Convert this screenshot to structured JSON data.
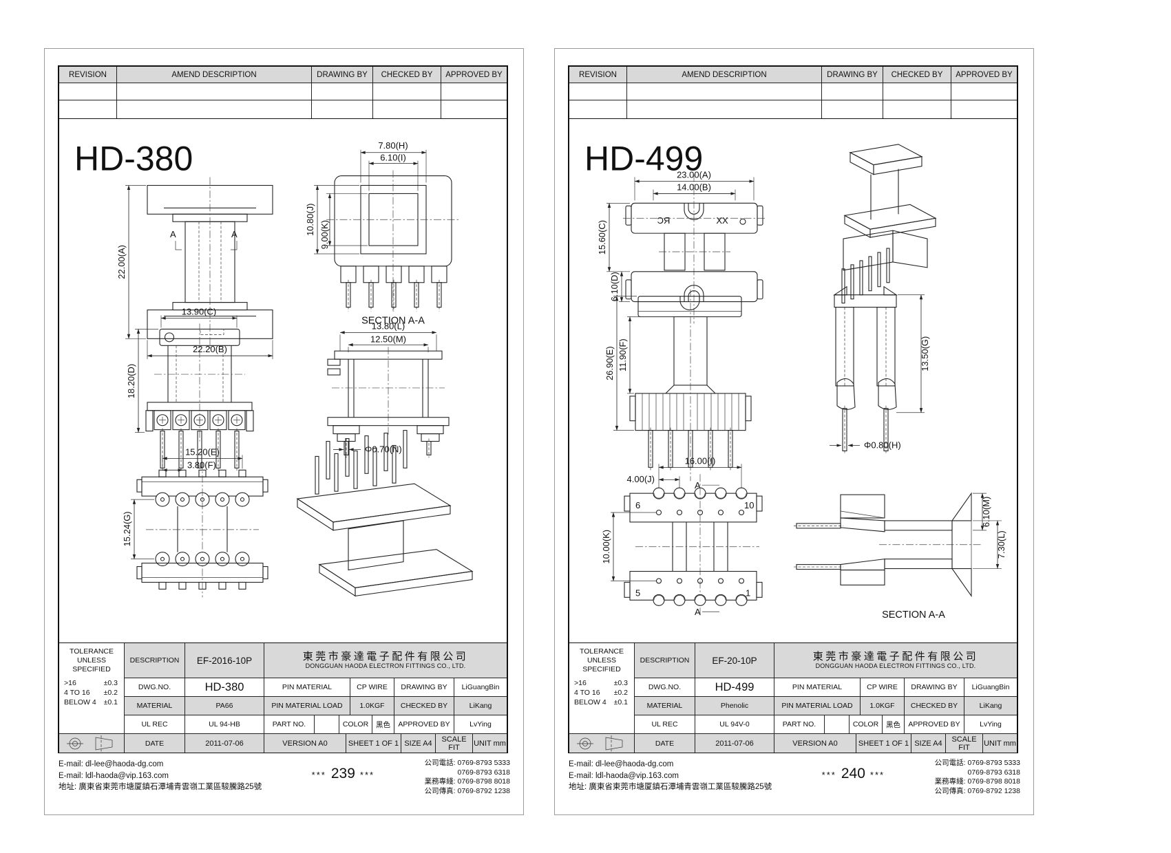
{
  "canvas": {
    "bg": "#ffffff",
    "line_color": "#1a1a1a",
    "cell_gray": "#d9d9d9"
  },
  "pages": [
    {
      "side": "left",
      "revision": {
        "headers": [
          "REVISION",
          "AMEND DESCRIPTION",
          "DRAWING BY",
          "CHECKED BY",
          "APPROVED BY"
        ]
      },
      "title": "HD-380",
      "drawing": {
        "dims": {
          "A": "22.00(A)",
          "B": "22.20(B)",
          "C": "13.90(C)",
          "D": "18.20(D)",
          "E": "15.20(E)",
          "F": "3.80(F)",
          "G": "15.24(G)",
          "H": "7.80(H)",
          "I": "6.10(I)",
          "J": "10.80(J)",
          "K": "9.00(K)",
          "L": "13.80(L)",
          "M": "12.50(M)",
          "N": "Φ0.70(N)"
        },
        "section_label": "SECTION A-A",
        "marker": "A"
      },
      "title_block": {
        "tolerance_line1": "TOLERANCE",
        "tolerance_line2": "UNLESS",
        "tolerance_line3": "SPECIFIED",
        "tol_range_1": ">16",
        "tol_val_1": "±0.3",
        "tol_range_2": "4 TO 16",
        "tol_val_2": "±0.2",
        "tol_range_3": "BELOW 4",
        "tol_val_3": "±0.1",
        "description_label": "DESCRIPTION",
        "description_value": "EF-2016-10P",
        "company_cn": "東莞市豪達電子配件有限公司",
        "company_en": "DONGGUAN HAODA ELECTRON FITTINGS CO., LTD.",
        "dwg_no_label": "DWG.NO.",
        "dwg_no_value": "HD-380",
        "pin_material_label": "PIN MATERIAL",
        "pin_material_value": "CP WIRE",
        "drawing_by_label": "DRAWING BY",
        "drawing_by_value": "LiGuangBin",
        "material_label": "MATERIAL",
        "material_value": "PA66",
        "pin_load_label": "PIN MATERIAL LOAD",
        "pin_load_value": "1.0KGF",
        "checked_by_label": "CHECKED BY",
        "checked_by_value": "LiKang",
        "ul_rec_label": "UL REC",
        "ul_rec_value": "UL 94-HB",
        "part_no_label": "PART NO.",
        "part_no_value": "",
        "color_label": "COLOR",
        "color_value": "黑色",
        "approved_by_label": "APPROVED BY",
        "approved_by_value": "LvYing",
        "date_label": "DATE",
        "date_value": "2011-07-06",
        "version": "VERSION A0",
        "sheet": "SHEET 1 OF 1",
        "size": "SIZE A4",
        "scale": "SCALE FIT",
        "unit": "UNIT mm"
      },
      "footer": {
        "email1": "E-mail: dl-lee@haoda-dg.com",
        "email2": "E-mail: ldl-haoda@vip.163.com",
        "address": "地址: 廣東省東莞市塘厦鎮石潭埔青雲嶺工業區駿騰路25號",
        "stars": "***",
        "page_no": "239",
        "tel_label": "公司電話:",
        "tel1": "0769-8793 5333",
        "tel2": "0769-8793 6318",
        "biz_label": "業務專綫:",
        "biz": "0769-8798 8018",
        "fax_label": "公司傳真:",
        "fax": "0769-8792 1238"
      }
    },
    {
      "side": "right",
      "revision": {
        "headers": [
          "REVISION",
          "AMEND DESCRIPTION",
          "DRAWING BY",
          "CHECKED BY",
          "APPROVED BY"
        ]
      },
      "title": "HD-499",
      "drawing": {
        "dims": {
          "A": "23.00(A)",
          "B": "14.00(B)",
          "C": "15.60(C)",
          "D": "6.10(D)",
          "E": "26.90(E)",
          "F": "11.90(F)",
          "G": "13.50(G)",
          "H": "Φ0.80(H)",
          "I": "16.00(I)",
          "J": "4.00(J)",
          "K": "10.00(K)",
          "L": "7.30(L)",
          "M": "6.10(M)"
        },
        "markings_rc": "RC",
        "markings_xx": "XX",
        "pin_6": "6",
        "pin_10": "10",
        "pin_5": "5",
        "pin_1": "1",
        "section_label": "SECTION A-A",
        "marker": "A"
      },
      "title_block": {
        "tolerance_line1": "TOLERANCE",
        "tolerance_line2": "UNLESS",
        "tolerance_line3": "SPECIFIED",
        "tol_range_1": ">16",
        "tol_val_1": "±0.3",
        "tol_range_2": "4 TO 16",
        "tol_val_2": "±0.2",
        "tol_range_3": "BELOW 4",
        "tol_val_3": "±0.1",
        "description_label": "DESCRIPTION",
        "description_value": "EF-20-10P",
        "company_cn": "東莞市豪達電子配件有限公司",
        "company_en": "DONGGUAN HAODA ELECTRON FITTINGS CO., LTD.",
        "dwg_no_label": "DWG.NO.",
        "dwg_no_value": "HD-499",
        "pin_material_label": "PIN MATERIAL",
        "pin_material_value": "CP WIRE",
        "drawing_by_label": "DRAWING BY",
        "drawing_by_value": "LiGuangBin",
        "material_label": "MATERIAL",
        "material_value": "Phenolic",
        "pin_load_label": "PIN MATERIAL LOAD",
        "pin_load_value": "1.0KGF",
        "checked_by_label": "CHECKED BY",
        "checked_by_value": "LiKang",
        "ul_rec_label": "UL REC",
        "ul_rec_value": "UL 94V-0",
        "part_no_label": "PART NO.",
        "part_no_value": "",
        "color_label": "COLOR",
        "color_value": "黑色",
        "approved_by_label": "APPROVED BY",
        "approved_by_value": "LvYing",
        "date_label": "DATE",
        "date_value": "2011-07-06",
        "version": "VERSION A0",
        "sheet": "SHEET 1 OF 1",
        "size": "SIZE A4",
        "scale": "SCALE FIT",
        "unit": "UNIT mm"
      },
      "footer": {
        "email1": "E-mail: dl-lee@haoda-dg.com",
        "email2": "E-mail: ldl-haoda@vip.163.com",
        "address": "地址: 廣東省東莞市塘厦鎮石潭埔青雲嶺工業區駿騰路25號",
        "stars": "***",
        "page_no": "240",
        "tel_label": "公司電話:",
        "tel1": "0769-8793 5333",
        "tel2": "0769-8793 6318",
        "biz_label": "業務專綫:",
        "biz": "0769-8798 8018",
        "fax_label": "公司傳真:",
        "fax": "0769-8792 1238"
      }
    }
  ]
}
